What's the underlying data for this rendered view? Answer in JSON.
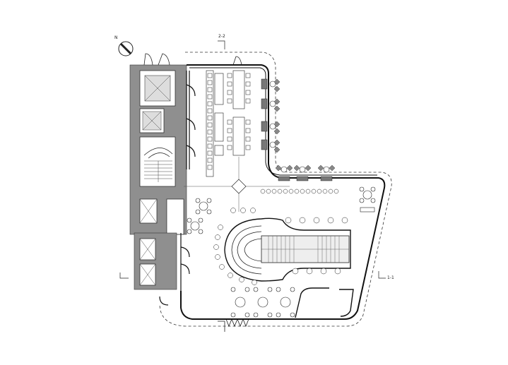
{
  "plan": {
    "north_label": "N",
    "section_top": "2-2",
    "section_right": "1-1"
  }
}
